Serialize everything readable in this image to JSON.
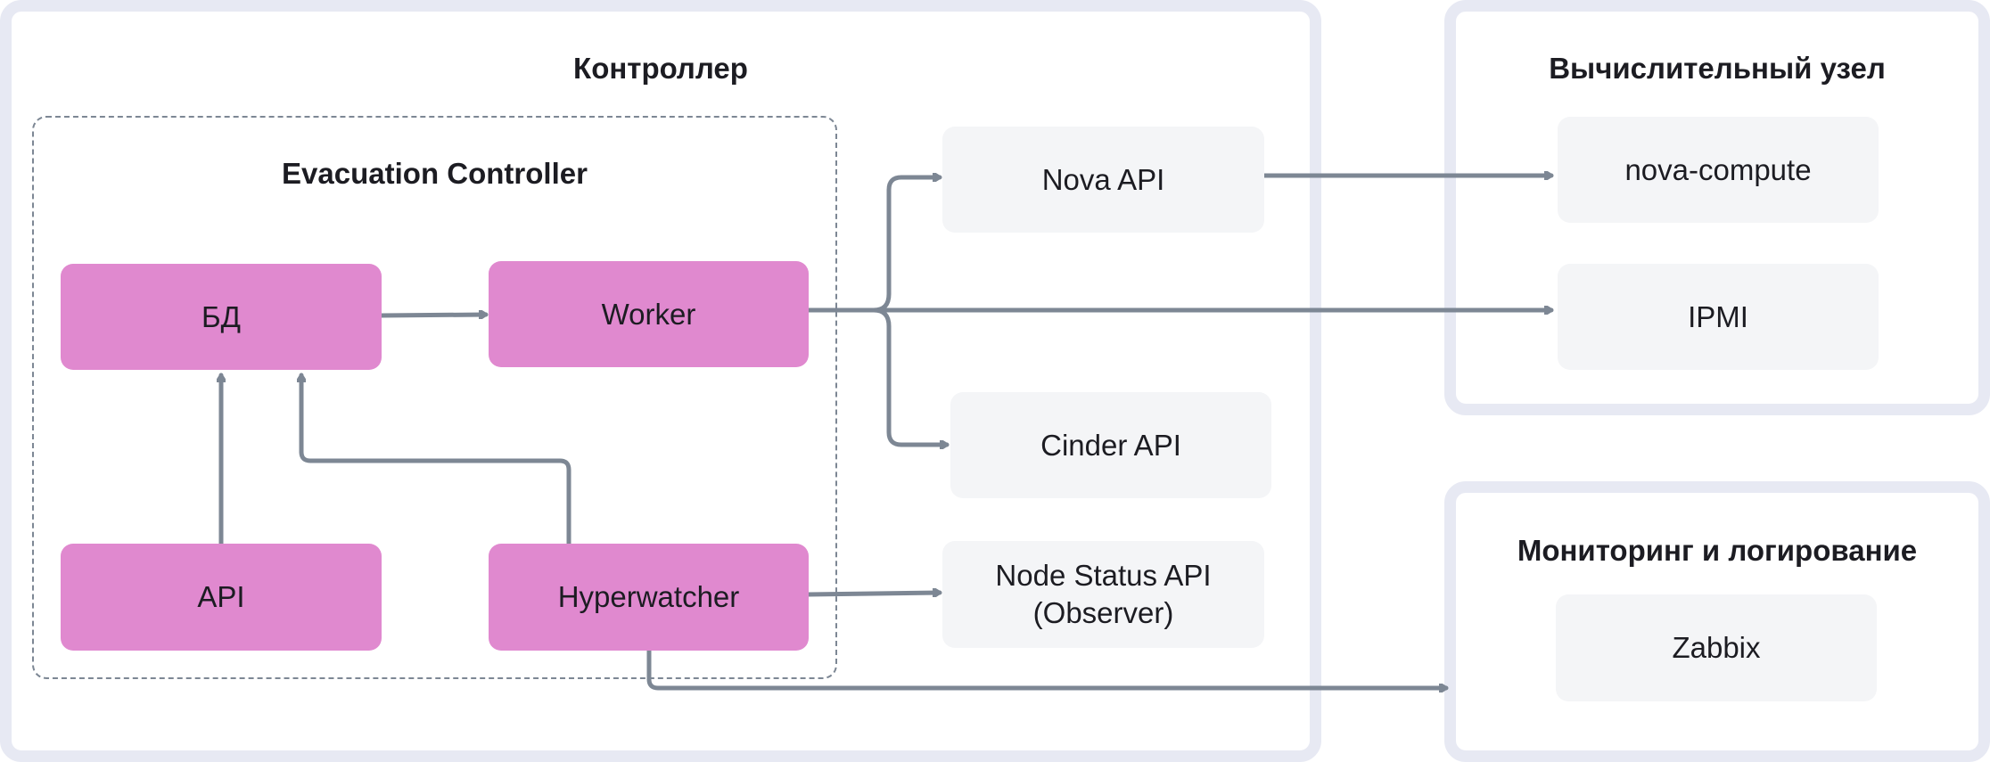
{
  "controller": {
    "title": "Контроллер",
    "evacuation_controller": {
      "title": "Evacuation Controller",
      "db": "БД",
      "worker": "Worker",
      "api": "API",
      "hyperwatcher": "Hyperwatcher"
    },
    "services": {
      "nova_api": "Nova API",
      "cinder_api": "Cinder API",
      "node_status_api": "Node Status API\n(Observer)"
    }
  },
  "compute_node": {
    "title": "Вычислительный узел",
    "nova_compute": "nova-compute",
    "ipmi": "IPMI"
  },
  "monitoring": {
    "title": "Мониторинг и логирование",
    "zabbix": "Zabbix"
  },
  "colors": {
    "panel_border": "#e7e9f3",
    "component_fill": "#e089cf",
    "service_fill": "#f4f5f7",
    "connector": "#7d8794",
    "text": "#1c1c22"
  }
}
